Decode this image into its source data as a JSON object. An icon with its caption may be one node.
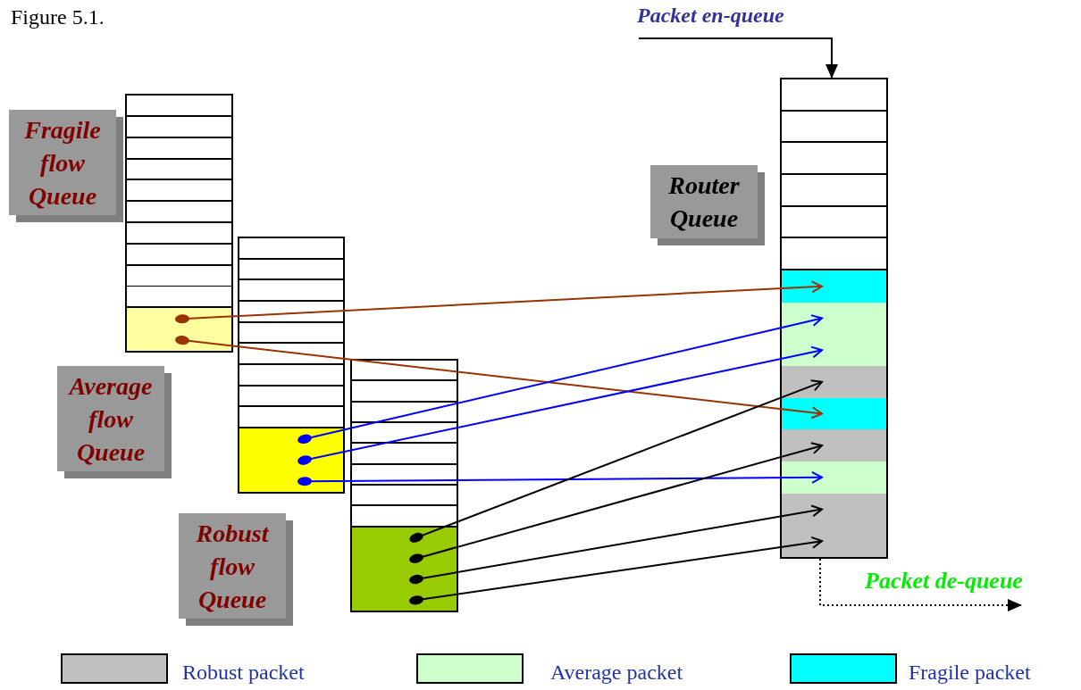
{
  "diagram": {
    "nodes": [
      {
        "text": [
          "Fragile flow Queue"
        ]
      },
      {
        "text": [],
        "shape": "box"
      },
      {
        "text": [],
        "shape": "box",
        "in": 1
      },
      {
        "text": [],
        "shape": "box",
        "in": 1
      },
      {
        "text": [
          "Average flow Queue"
        ]
      },
      {
        "text": [],
        "shape": "box"
      },
      {
        "text": [],
        "shape": "box",
        "in": 5
      },
      {
        "text": [],
        "shape": "box",
        "in": 5
      },
      {
        "text": [],
        "shape": "box",
        "in": 5
      },
      {
        "text": [
          "Robust flow Queue"
        ]
      },
      {
        "text": [],
        "shape": "box"
      },
      {
        "text": [],
        "shape": "box",
        "in": 10
      },
      {
        "text": [],
        "shape": "box",
        "in": 10
      },
      {
        "text": [],
        "shape": "box",
        "in": 10
      },
      {
        "text": [],
        "shape": "box",
        "in": 10
      },
      {
        "text": [
          "Router Queue"
        ]
      },
      {
        "text": [],
        "shape": "box"
      },
      {
        "text": [],
        "shape": "box",
        "in": 16
      },
      {
        "text": [],
        "shape": "box",
        "in": 16
      },
      {
        "text": [],
        "shape": "box",
        "in": 16
      },
      {
        "text": [],
        "shape": "box",
        "in": 16
      },
      {
        "text": [],
        "shape": "box",
        "in": 16
      },
      {
        "text": [],
        "shape": "box",
        "in": 16
      },
      {
        "text": [],
        "shape": "box",
        "in": 16
      },
      {
        "text": [],
        "shape": "box",
        "in": 16
      },
      {
        "text": [],
        "shape": "box",
        "in": 16
      },
      {
        "text": [
          "Packet en-queue"
        ]
      },
      {
        "text": [
          "Packet de-queue"
        ]
      }
    ],
    "edges": [
      {
        "from": 26,
        "to": 16,
        "arrow": "to"
      },
      {
        "from": 2,
        "to": 17,
        "arrow": "to",
        "color": "#993300"
      },
      {
        "from": 3,
        "to": 21,
        "arrow": "to",
        "color": "#993300"
      },
      {
        "from": 6,
        "to": 18,
        "arrow": "to",
        "color": "#0000ff"
      },
      {
        "from": 7,
        "to": 19,
        "arrow": "to",
        "color": "#0000ff"
      },
      {
        "from": 8,
        "to": 23,
        "arrow": "to",
        "color": "#0000ff"
      },
      {
        "from": 11,
        "to": 20,
        "arrow": "to"
      },
      {
        "from": 12,
        "to": 22,
        "arrow": "to"
      },
      {
        "from": 13,
        "to": 24,
        "arrow": "to"
      },
      {
        "from": 14,
        "to": 25,
        "arrow": "to"
      },
      {
        "from": 16,
        "to": 27,
        "arrow": "to",
        "style": "dashed"
      }
    ],
    "labels": [
      "Figure 5.1."
    ],
    "legend": [
      {
        "text": "Robust packet",
        "color": "#c0c0c0"
      },
      {
        "text": "Average packet",
        "color": "#ccffcc"
      },
      {
        "text": "Fragile packet",
        "color": "#00ffff"
      }
    ]
  }
}
